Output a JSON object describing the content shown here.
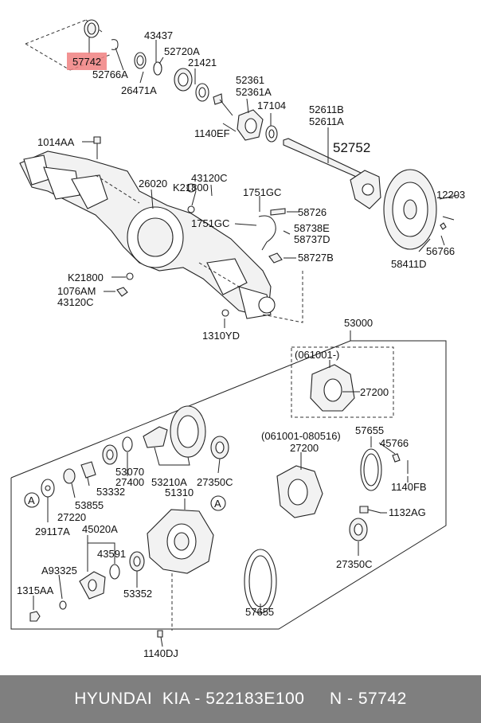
{
  "highlight": {
    "color": "#f08080",
    "part": "57742"
  },
  "labels": {
    "p57742": "57742",
    "p52766A": "52766A",
    "p43437": "43437",
    "p52720A": "52720A",
    "p26471A": "26471A",
    "p21421": "21421",
    "p52361": "52361",
    "p52361A": "52361A",
    "p17104": "17104",
    "p1140EF": "1140EF",
    "p52611B": "52611B",
    "p52611A": "52611A",
    "p52752": "52752",
    "p1014AA": "1014AA",
    "p26020": "26020",
    "p43120C_a": "43120C",
    "pK21800_a": "K21800",
    "p1751GC_a": "1751GC",
    "p58726": "58726",
    "p1751GC_b": "1751GC",
    "p58738E": "58738E",
    "p58737D": "58737D",
    "p58727B": "58727B",
    "p12203": "12203",
    "p58411D": "58411D",
    "p56766": "56766",
    "pK21800_b": "K21800",
    "p1076AM": "1076AM",
    "p43120C_b": "43120C",
    "p1310YD": "1310YD",
    "p53000": "53000",
    "p061001": "(061001-)",
    "p27200_a": "27200",
    "p061001_080516": "(061001-080516)",
    "p27200_b": "27200",
    "p57655_a": "57655",
    "p45766": "45766",
    "p1140FB": "1140FB",
    "p53070": "53070",
    "p27400": "27400",
    "p53210A": "53210A",
    "p27350C_a": "27350C",
    "p53332": "53332",
    "p53855": "53855",
    "p27220": "27220",
    "p29117A": "29117A",
    "p51310": "51310",
    "pA_1": "A",
    "pA_2": "A",
    "p1132AG": "1132AG",
    "p27350C_b": "27350C",
    "p45020A": "45020A",
    "p43591": "43591",
    "pA93325": "A93325",
    "p1315AA": "1315AA",
    "p53352": "53352",
    "p57655_b": "57655",
    "p1140DJ": "1140DJ"
  },
  "footer": {
    "text": "HYUNDAI  KIA - 522183E100     N - 57742"
  }
}
